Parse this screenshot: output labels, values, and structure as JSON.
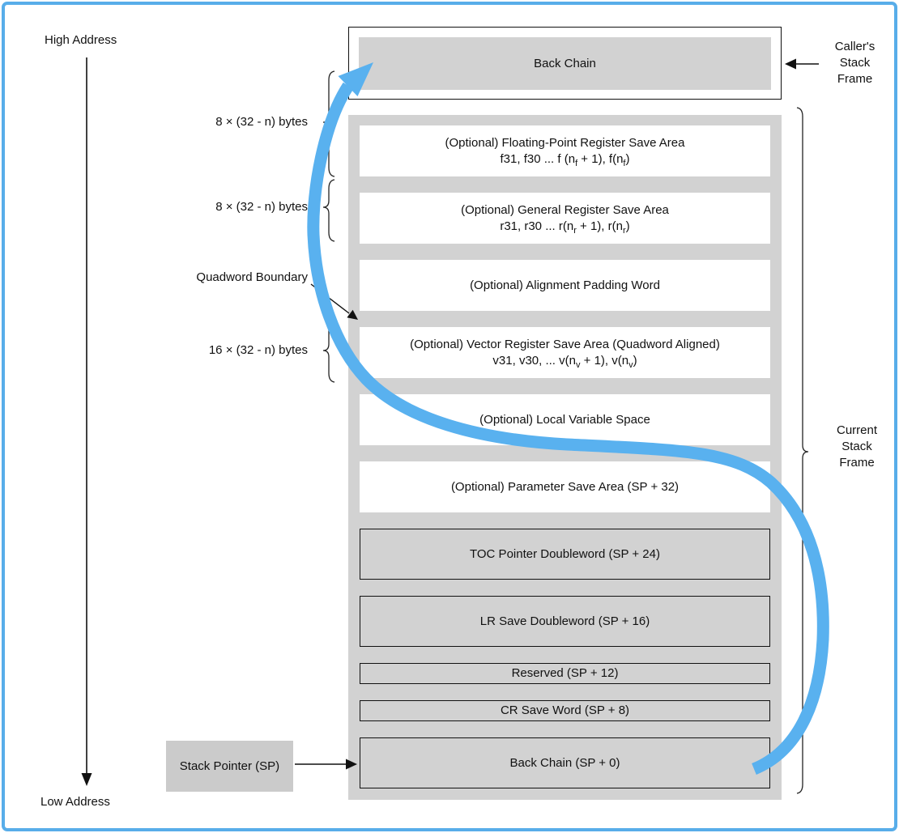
{
  "page": {
    "high_address": "High Address",
    "low_address": "Low Address"
  },
  "caller_frame": {
    "box_label": "Back Chain",
    "side_label_lines": [
      "Caller's",
      "Stack",
      "Frame"
    ]
  },
  "current_frame": {
    "side_label_lines": [
      "Current",
      "Stack",
      "Frame"
    ]
  },
  "annotations": {
    "fp_size": "8 × (32 - n) bytes",
    "gr_size": "8 × (32 - n) bytes",
    "quadword_boundary": "Quadword Boundary",
    "vr_size": "16 × (32 - n) bytes",
    "stack_pointer": "Stack Pointer (SP)"
  },
  "colors": {
    "accent_blue": "#59b1ef",
    "frame_border_blue": "#58ade9",
    "gray_fill": "#d2d2d2"
  },
  "stack_rows": [
    {
      "name": "fp-register-save-area",
      "variant": "plain",
      "size": "tall",
      "title": "(Optional) Floating-Point Register Save Area",
      "detail": [
        {
          "t": "f31, f30 ... f (n"
        },
        {
          "s": "f"
        },
        {
          "t": " + 1), f(n"
        },
        {
          "s": "f"
        },
        {
          "t": ")"
        }
      ]
    },
    {
      "name": "general-register-save-area",
      "variant": "plain",
      "size": "tall",
      "title": "(Optional) General Register Save Area",
      "detail": [
        {
          "t": "r31, r30 ... r(n"
        },
        {
          "s": "r"
        },
        {
          "t": " + 1), r(n"
        },
        {
          "s": "r"
        },
        {
          "t": ")"
        }
      ]
    },
    {
      "name": "alignment-padding-word",
      "variant": "plain",
      "size": "tall",
      "title": "(Optional) Alignment Padding Word"
    },
    {
      "name": "vector-register-save-area",
      "variant": "plain",
      "size": "tall",
      "title": "(Optional) Vector Register Save Area (Quadword Aligned)",
      "detail": [
        {
          "t": "v31, v30, ... v(n"
        },
        {
          "s": "v"
        },
        {
          "t": " + 1), v(n"
        },
        {
          "s": "v"
        },
        {
          "t": ")"
        }
      ]
    },
    {
      "name": "local-variable-space",
      "variant": "plain",
      "size": "tall",
      "title": "(Optional) Local Variable Space"
    },
    {
      "name": "parameter-save-area",
      "variant": "plain",
      "size": "tall",
      "title": "(Optional) Parameter Save Area (SP + 32)"
    },
    {
      "name": "toc-pointer-doubleword",
      "variant": "boxed",
      "size": "tall",
      "title": "TOC Pointer Doubleword (SP + 24)"
    },
    {
      "name": "lr-save-doubleword",
      "variant": "boxed",
      "size": "tall",
      "title": "LR Save Doubleword (SP + 16)"
    },
    {
      "name": "reserved-word",
      "variant": "boxed",
      "size": "thin",
      "title": "Reserved (SP + 12)"
    },
    {
      "name": "cr-save-word",
      "variant": "boxed",
      "size": "thin",
      "title": "CR Save Word (SP + 8)"
    },
    {
      "name": "back-chain-sp0",
      "variant": "boxed",
      "size": "tall",
      "title": "Back Chain (SP + 0)"
    }
  ]
}
